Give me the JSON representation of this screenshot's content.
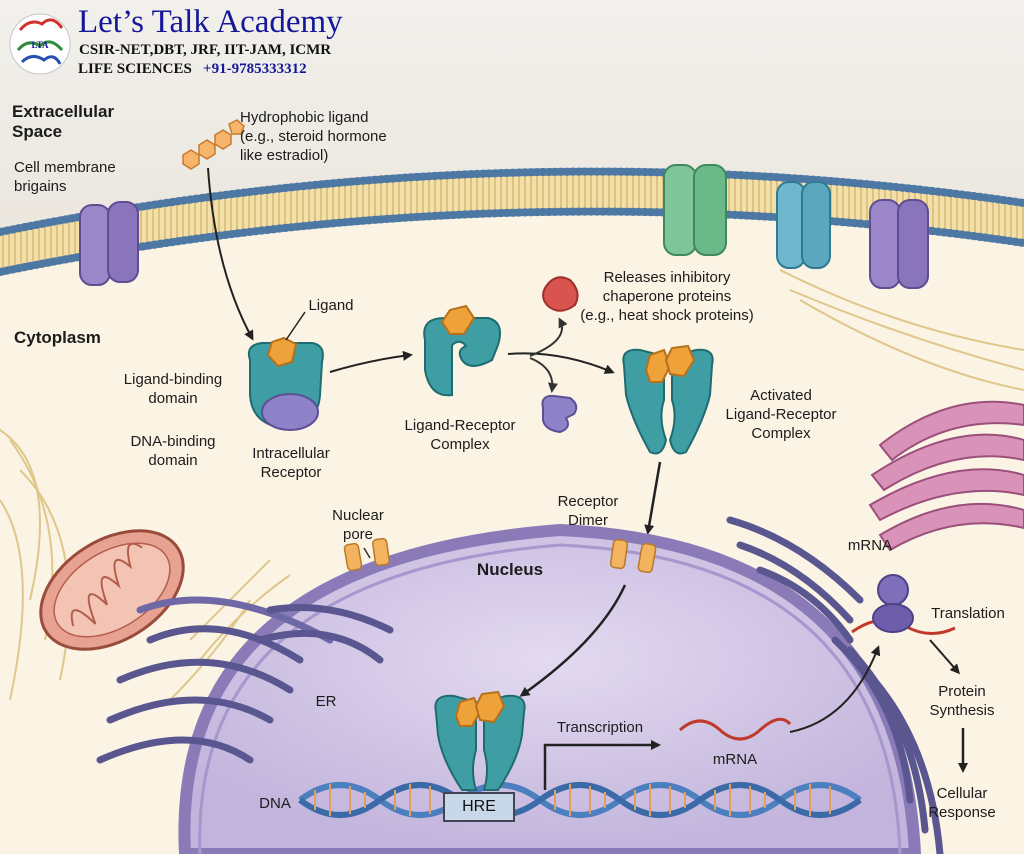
{
  "brand": {
    "title": "Let’s Talk Academy",
    "line2": "CSIR-NET,DBT, JRF, IIT-JAM, ICMR",
    "line3_label": "LIFE SCIENCES",
    "line3_phone": "+91-9785333312",
    "logo_text": "LTA"
  },
  "regions": {
    "extracellular_1": "Extracellular",
    "extracellular_2": "Space",
    "cytoplasm": "Cytoplasm",
    "nucleus": "Nucleus"
  },
  "labels": {
    "membrane_1": "Cell membrane",
    "membrane_2": "brigains",
    "ligand_hydro_1": "Hydrophobic ligand",
    "ligand_hydro_2": "(e.g., steroid hormone",
    "ligand_hydro_3": "like estradiol)",
    "ligand": "Ligand",
    "lbd_1": "Ligand-binding",
    "lbd_2": "domain",
    "dbd_1": "DNA-binding",
    "dbd_2": "domain",
    "receptor_1": "Intracellular",
    "receptor_2": "Receptor",
    "lrc_1": "Ligand-Receptor",
    "lrc_2": "Complex",
    "release_1": "Releases inhibitory",
    "release_2": "chaperone proteins",
    "release_3": "(e.g., heat shock proteins)",
    "activated_1": "Activated",
    "activated_2": "Ligand-Receptor",
    "activated_3": "Complex",
    "dimer_1": "Receptor",
    "dimer_2": "Dimer",
    "pore_1": "Nuclear",
    "pore_2": "pore",
    "er": "ER",
    "mrna_top": "mRNA",
    "translation": "Translation",
    "protein_1": "Protein",
    "protein_2": "Synthesis",
    "response_1": "Cellular",
    "response_2": "Response",
    "transcription": "Transcription",
    "mrna_bottom": "mRNA",
    "dna": "DNA",
    "hre": "HRE"
  },
  "colors": {
    "brand_blue": "#15179a",
    "receptor_teal": "#3e9ea3",
    "ligand_orange": "#f0a23a",
    "dna_binding_purple": "#8e82c8",
    "nucleus_lavender": "#cbbfe0",
    "membrane_tan": "#e8c97a",
    "mrna_red": "#c0392b",
    "chaperone_red": "#d9534f"
  }
}
